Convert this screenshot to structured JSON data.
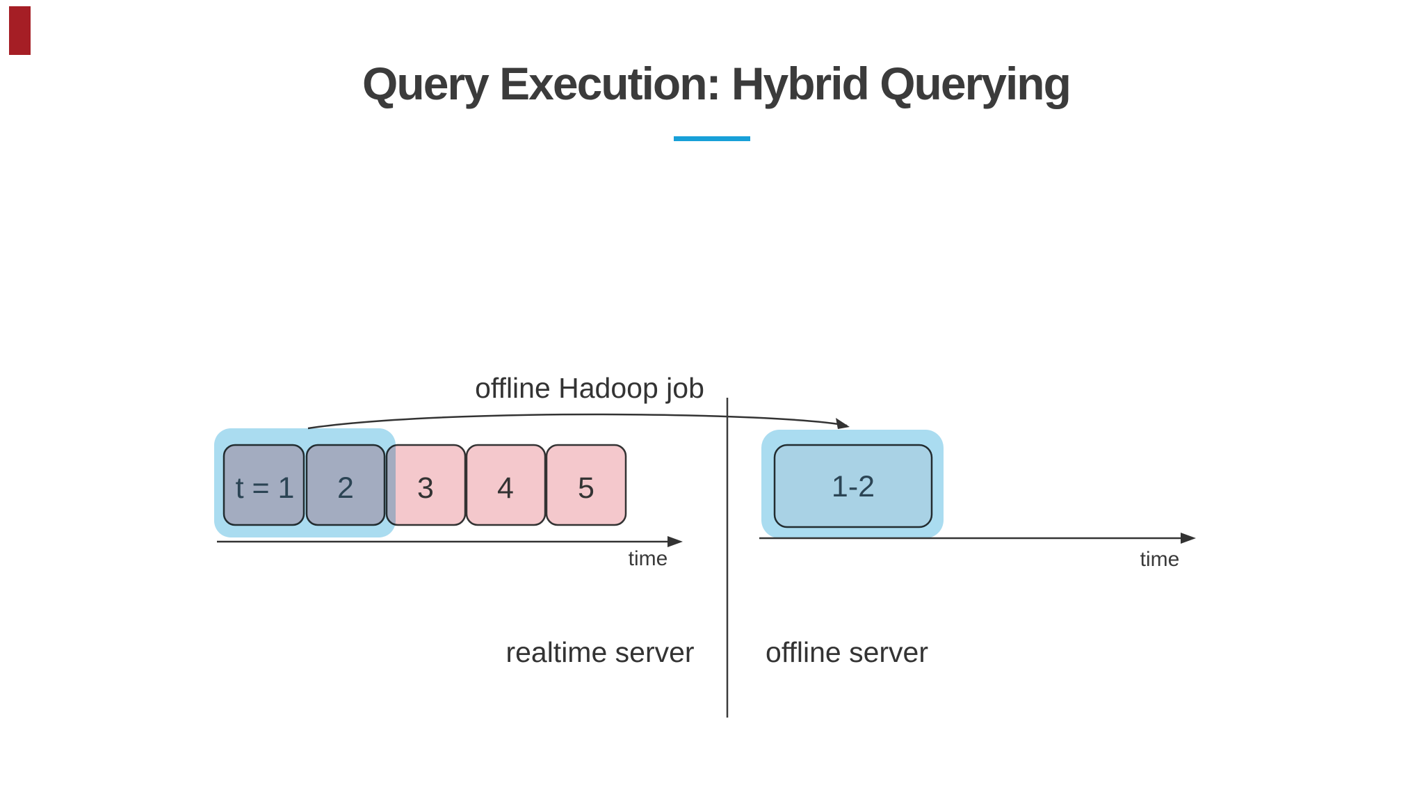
{
  "decor": {
    "red_bar_color": "#a51e25"
  },
  "title": {
    "text": "Query Execution: Hybrid Querying",
    "color": "#3b3b3b",
    "underline_color": "#18a0d8"
  },
  "diagram": {
    "job_arrow_label": "offline Hadoop job",
    "realtime": {
      "segments": [
        "t = 1",
        "2",
        "3",
        "4",
        "5"
      ],
      "highlighted_segments": [
        "t = 1",
        "2"
      ],
      "axis_label": "time",
      "server_label": "realtime server"
    },
    "offline": {
      "segment_label": "1-2",
      "axis_label": "time",
      "server_label": "offline server"
    },
    "colors": {
      "segment_pink": "#f4c8cc",
      "segment_border": "#333333",
      "highlight_blue": "#aadcf0",
      "highlighted_segment_text": "#2b4454",
      "offline_segment_base": "#fdf4f4",
      "line_color": "#3a3a3a"
    }
  }
}
